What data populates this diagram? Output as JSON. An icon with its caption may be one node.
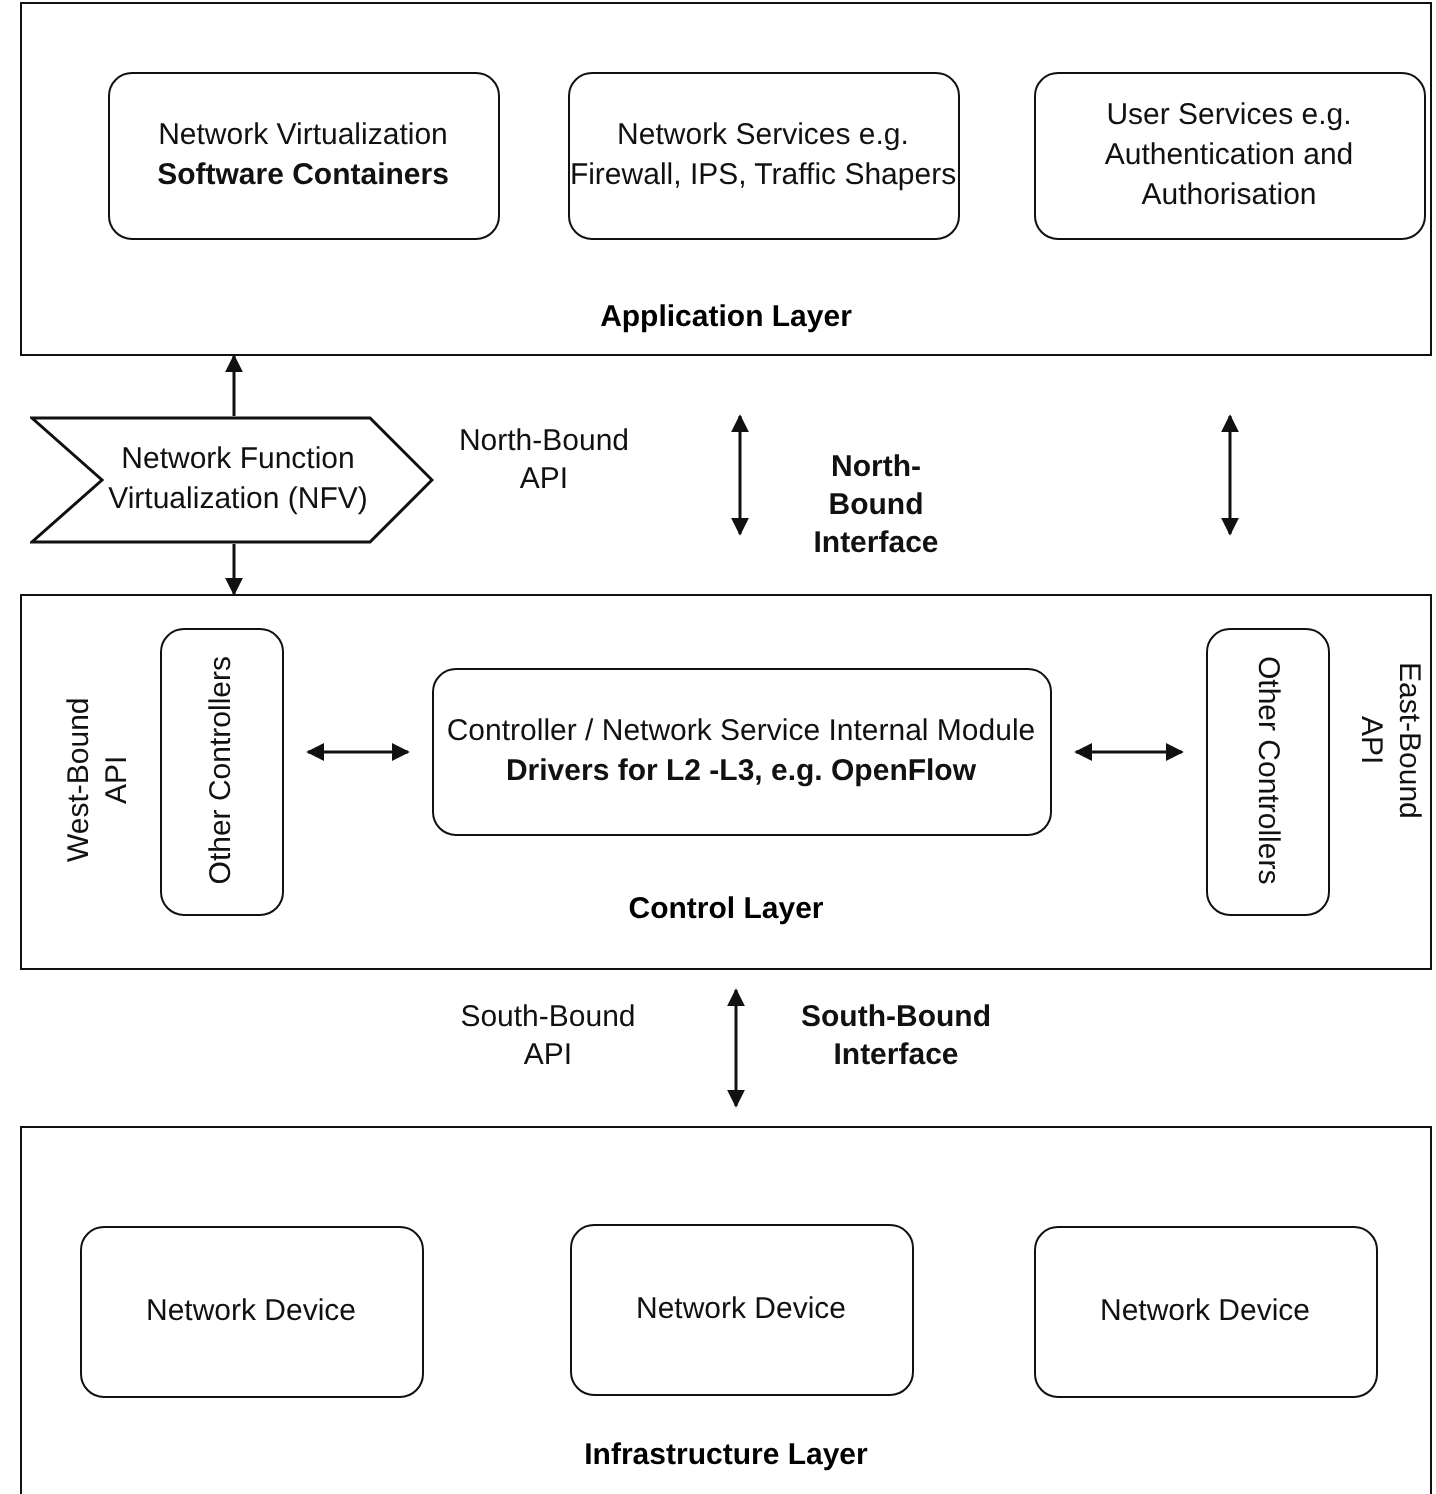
{
  "diagram": {
    "nodes": [
      {
        "text": [
          "Application Layer"
        ]
      },
      {
        "text": [
          "Network Virtualization **Software Containers**"
        ],
        "in": 0
      },
      {
        "text": [
          "Network Services e.g. Firewall, IPS, Traffic Shapers"
        ],
        "in": 0
      },
      {
        "text": [
          "User Services e.g. Authentication and Authorisation"
        ],
        "in": 0
      },
      {
        "text": [
          "Network Function Virtualization (NFV)"
        ]
      },
      {
        "text": [
          "Control Layer"
        ]
      },
      {
        "text": [
          "Other Controllers"
        ],
        "in": 5
      },
      {
        "text": [
          "Controller / Network Service Internal Module **Drivers for L2 -L3, e.g. OpenFlow**"
        ],
        "in": 5
      },
      {
        "text": [
          "Other Controllers"
        ],
        "in": 5
      },
      {
        "text": [
          "Infrastructure Layer"
        ]
      },
      {
        "text": [
          "Network Device"
        ],
        "in": 9
      },
      {
        "text": [
          "Network Device"
        ],
        "in": 9
      },
      {
        "text": [
          "Network Device"
        ],
        "in": 9
      }
    ],
    "edges": [
      {
        "from": 4,
        "to": 0,
        "arrow": "to"
      },
      {
        "from": 4,
        "to": 5,
        "arrow": "to"
      },
      {
        "from": 0,
        "to": 5,
        "arrow": "both"
      },
      {
        "from": 0,
        "to": 5,
        "arrow": "both"
      },
      {
        "from": 6,
        "to": 7,
        "arrow": "both"
      },
      {
        "from": 7,
        "to": 8,
        "arrow": "both"
      },
      {
        "from": 5,
        "to": 9,
        "arrow": "both"
      }
    ],
    "labels": [
      "North-Bound API",
      "North-Bound Interface",
      "West-Bound API",
      "East-Bound API",
      "South-Bound API",
      "South-Bound Interface"
    ]
  }
}
